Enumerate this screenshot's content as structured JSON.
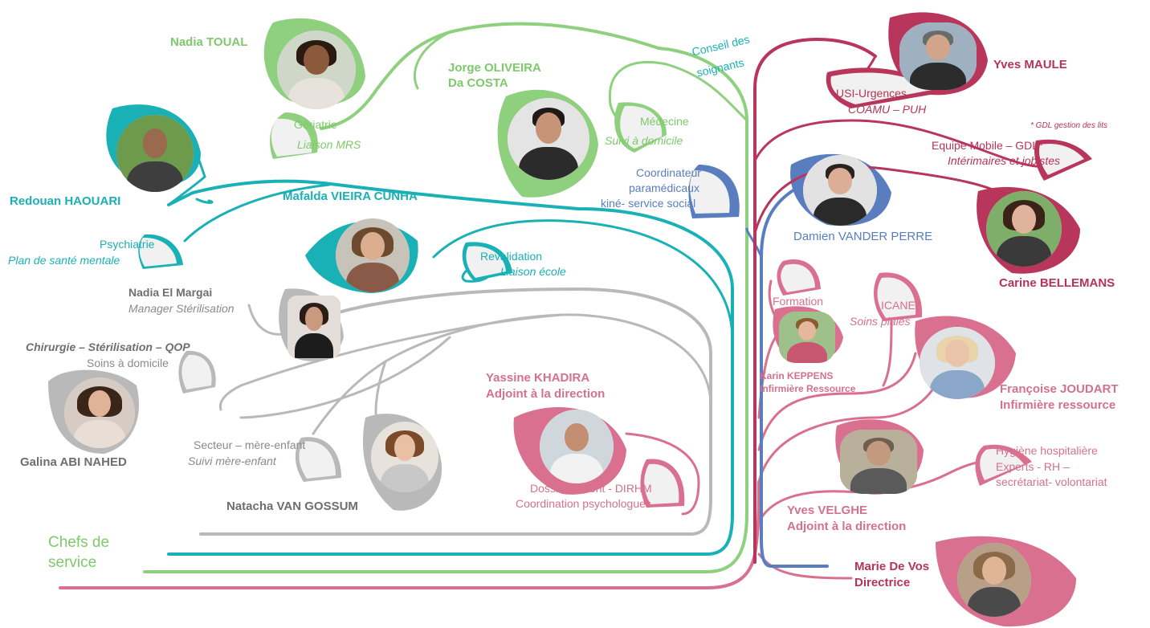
{
  "colors": {
    "green": "#8fd07e",
    "teal": "#19b1b6",
    "grey": "#b9b9b9",
    "pink": "#d9708f",
    "crimson": "#b8355c",
    "blue": "#5a7dbf",
    "leaf_fill": "#f1f1f1"
  },
  "people": {
    "nadia_toual": "Nadia TOUAL",
    "jorge_oliveira": [
      "Jorge OLIVEIRA",
      "Da COSTA"
    ],
    "redouan_haouari": "Redouan HAOUARI",
    "mafalda_vieira": "Mafalda VIEIRA CUNHA",
    "nadia_el_margai": "Nadia El Margai",
    "galina_abi_nahed": "Galina ABI NAHED",
    "natacha_van_gossum": "Natacha VAN GOSSUM",
    "yassine_khadira": [
      "Yassine KHADIRA",
      "Adjoint à la direction"
    ],
    "yves_maule": "Yves MAULE",
    "damien_vander_perre": "Damien VANDER PERRE",
    "carine_bellemans": "Carine BELLEMANS",
    "karin_keppens": [
      "Karin KEPPENS",
      "Infirmière Ressource"
    ],
    "francoise_joudart": [
      "Françoise JOUDART",
      "Infirmière ressource"
    ],
    "yves_velghe": [
      "Yves VELGHE",
      "Adjoint à la direction"
    ],
    "marie_de_vos": [
      "Marie De Vos",
      "Directrice"
    ]
  },
  "roles": {
    "geriatrie": [
      "Gériatrie",
      "Liaison MRS"
    ],
    "medecine": [
      "Médecine",
      "Suivi à domicile"
    ],
    "conseil": [
      "Conseil des",
      "soignants"
    ],
    "coordinateur": [
      "Coordinateur",
      "paramédicaux",
      "kiné- service social"
    ],
    "psychiatrie": [
      "Psychiatrie",
      "Plan de santé mentale"
    ],
    "revalidation": [
      "Revalidation",
      "Liaison école"
    ],
    "nadia_role": "Manager Stérilisation",
    "chirurgie": [
      "Chirurgie – Stérilisation – QOP",
      "Soins à domicile"
    ],
    "secteur": [
      "Secteur – mère-enfant",
      "Suivi mère-enfant"
    ],
    "dossier": [
      "Dossier patient - DIRHM",
      "Coordination psychologues"
    ],
    "chefs": [
      "Chefs de",
      "service"
    ],
    "usi": [
      "USI-Urgences",
      "COAMU – PUH"
    ],
    "gdl_note": "*  GDL gestion des lits",
    "equipe": [
      "Equipe Mobile  – GDL*",
      "Intérimaires et jobistes"
    ],
    "formation": "Formation",
    "icane": [
      "ICANE",
      "Soins plaies"
    ],
    "hygiene": [
      "Hygiène hospitalière",
      "Experts - RH –",
      "secrétariat- volontariat"
    ]
  }
}
